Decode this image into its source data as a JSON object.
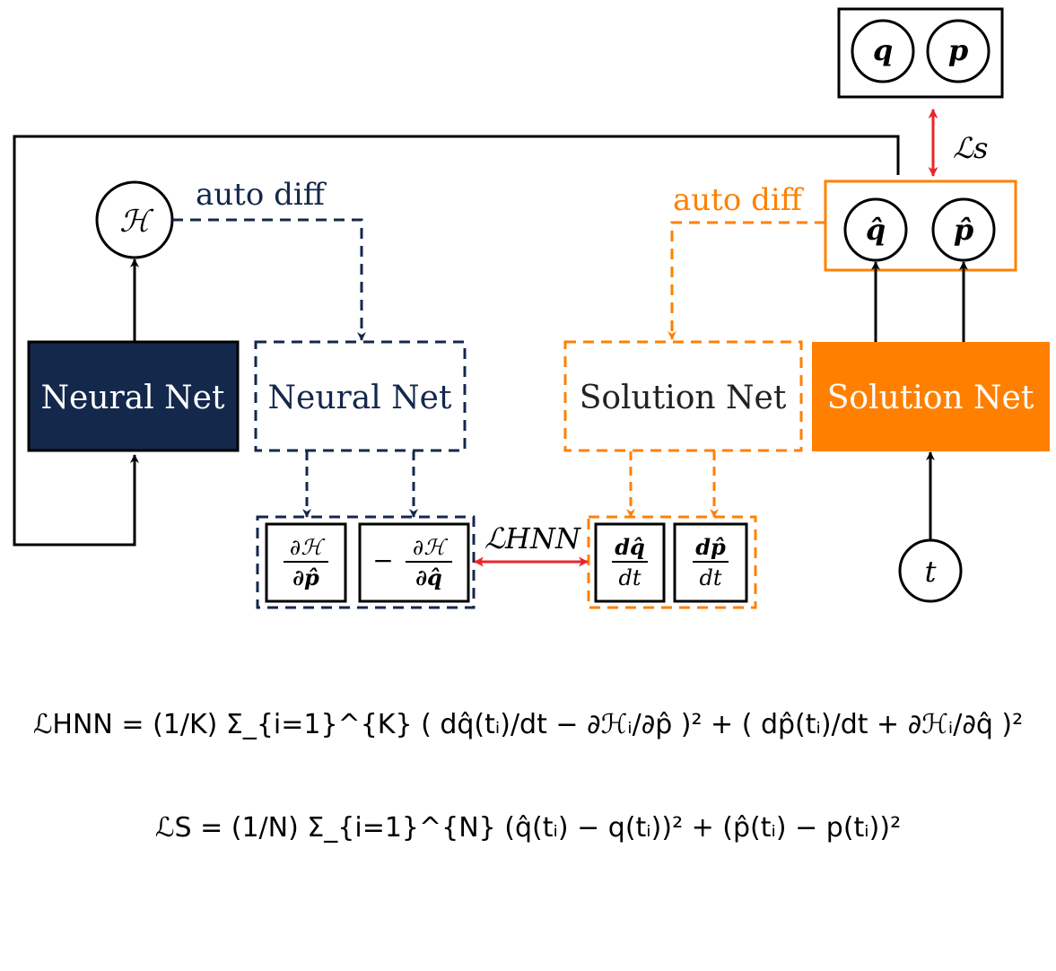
{
  "colors": {
    "navy": "#14284b",
    "orange": "#ff8000",
    "red": "#e8262a",
    "black": "#000000"
  },
  "nodes": {
    "hamiltonian": "ℋ",
    "q": "q",
    "p": "p",
    "q_hat": "q̂",
    "p_hat": "p̂",
    "t": "t"
  },
  "blocks": {
    "neural_net_solid": "Neural Net",
    "neural_net_dashed": "Neural Net",
    "solution_net_dashed": "Solution Net",
    "solution_net_solid": "Solution Net"
  },
  "labels": {
    "auto_diff_left": "auto diff",
    "auto_diff_right": "auto diff",
    "loss_s": "ℒs",
    "loss_hnn": "ℒHNN"
  },
  "derivatives": {
    "dH_dp": {
      "num": "∂ℋ",
      "den": "∂p̂",
      "sign": ""
    },
    "dH_dq": {
      "num": "∂ℋ",
      "den": "∂q̂",
      "sign": "−"
    },
    "dq_dt": {
      "num": "dq̂",
      "den": "dt"
    },
    "dp_dt": {
      "num": "dp̂",
      "den": "dt"
    }
  },
  "equations": {
    "loss_hnn": "ℒHNN = (1/K) Σ_{i=1}^{K} ( dq̂(tᵢ)/dt − ∂ℋᵢ/∂p̂ )² + ( dp̂(tᵢ)/dt + ∂ℋᵢ/∂q̂ )²",
    "loss_s": "ℒS = (1/N) Σ_{i=1}^{N} (q̂(tᵢ) − q(tᵢ))² + (p̂(tᵢ) − p(tᵢ))²"
  }
}
